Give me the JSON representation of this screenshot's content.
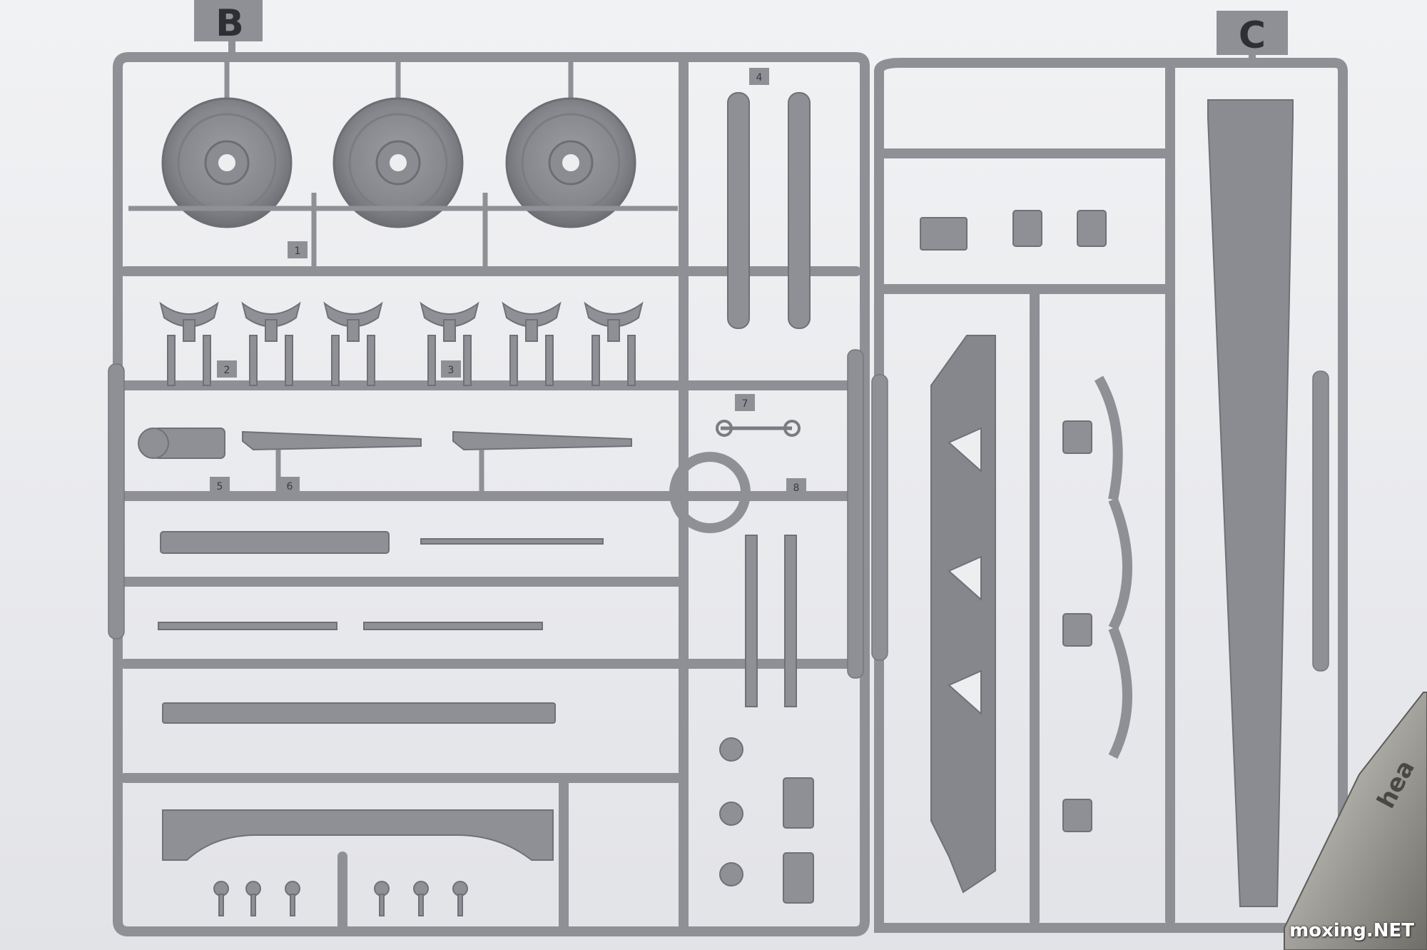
{
  "image": {
    "subject": "sprue",
    "colors": {
      "plastic": "#8e9096",
      "plastic_dark": "#6f7177",
      "plastic_light": "#a8aab0",
      "background": "#eceef0",
      "steel": "#b9b7b1"
    }
  },
  "sprue_tags": {
    "left": "B",
    "right": "C"
  },
  "part_numbers": [
    "1",
    "2",
    "3",
    "4",
    "5",
    "6",
    "7",
    "8"
  ],
  "watermark": "moxing.NET",
  "tool_text": "hea"
}
